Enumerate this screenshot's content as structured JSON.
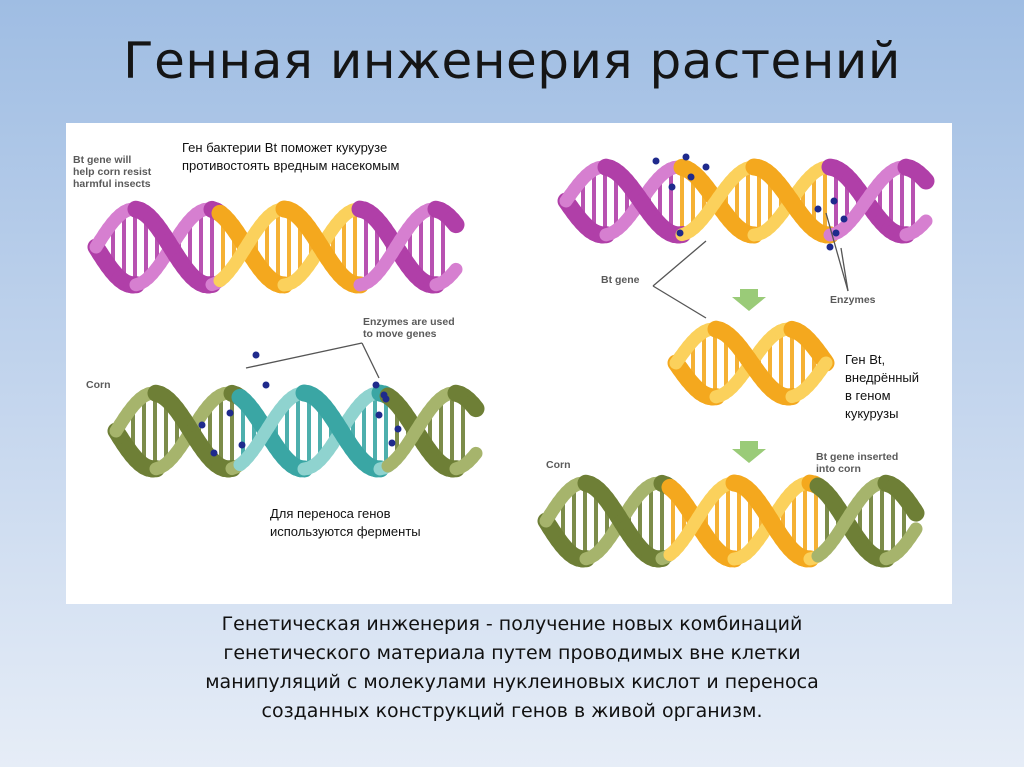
{
  "title": "Генная инженерия растений",
  "figure": {
    "ru": {
      "bt_gene_help": "Ген бактерии Bt поможет кукурузе\nпротивостоять вредным насекомым",
      "enzymes_transfer": "Для переноса генов\nиспользуются ферменты",
      "bt_inserted": "Ген Bt,\nвнедрённый\nв геном\nкукурузы"
    },
    "en": {
      "bt_gene_will": "Bt gene will\nhelp corn resist\nharmful insects",
      "enzymes_used": "Enzymes are used\nto move genes",
      "corn_left": "Corn",
      "bt_gene": "Bt gene",
      "enzymes": "Enzymes",
      "bt_gene_inserted": "Bt gene inserted\ninto corn",
      "corn_right": "Corn"
    },
    "colors": {
      "magenta_strand": "#b03fa8",
      "magenta_strand_light": "#d67fd0",
      "orange_strand": "#f4a81e",
      "orange_strand_light": "#fbd15c",
      "olive_strand": "#6e7f36",
      "olive_strand_light": "#a6b46c",
      "teal_strand": "#3aa6a4",
      "teal_strand_light": "#8fd3cf",
      "enzyme_dot": "#1f2a8c",
      "flow_arrow": "#9acb78"
    }
  },
  "caption": [
    "Генетическая инженерия - получение новых комбинаций",
    "генетического материала путем проводимых вне клетки",
    "манипуляций с молекулами нуклеиновых кислот и переноса",
    "созданных конструкций генов в живой организм."
  ]
}
